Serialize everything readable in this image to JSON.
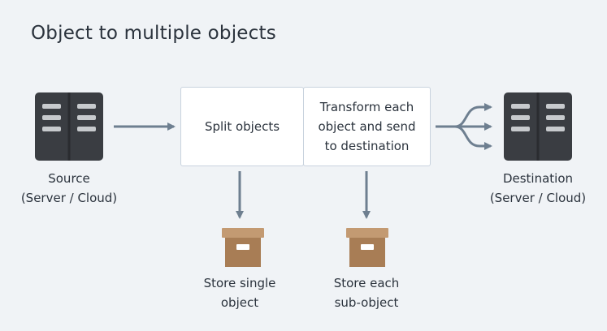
{
  "title": "Object to multiple objects",
  "source": {
    "line1": "Source",
    "line2": "(Server / Cloud)"
  },
  "destination": {
    "line1": "Destination",
    "line2": "(Server / Cloud)"
  },
  "split_box": {
    "label": "Split objects"
  },
  "transform_box": {
    "line1": "Transform each",
    "line2": "object and send",
    "line3": "to destination"
  },
  "store_single": {
    "line1": "Store single",
    "line2": "object"
  },
  "store_each": {
    "line1": "Store each",
    "line2": "sub-object"
  },
  "colors": {
    "background": "#f0f3f6",
    "server": "#3a3d42",
    "server_slot": "#c7cacd",
    "arrow": "#6e7f90",
    "box_border": "#c9d3de",
    "archive_body": "#a87d55",
    "archive_lid": "#c39a72"
  },
  "icons": [
    "server-icon",
    "archive-box-icon"
  ]
}
